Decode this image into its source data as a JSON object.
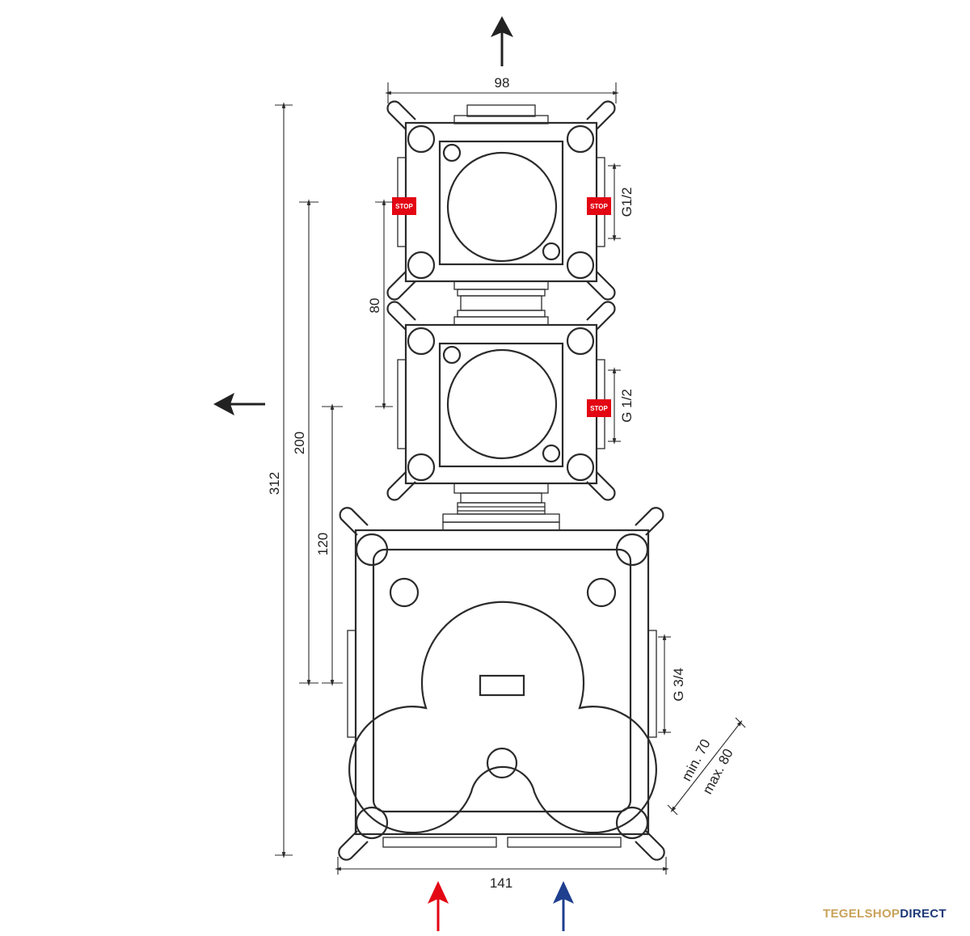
{
  "dimensions": {
    "top_width": "98",
    "bottom_width": "141",
    "total_height": "312",
    "height_200": "200",
    "height_120": "120",
    "spacing_80": "80",
    "depth_min": "min. 70",
    "depth_max": "max. 80"
  },
  "connections": {
    "upper_module": "G1/2",
    "middle_module": "G 1/2",
    "main_body": "G 3/4"
  },
  "stop_label": "STOP",
  "brand": {
    "part1": "TEGELSHOP",
    "part2": "DIRECT"
  },
  "colors": {
    "line": "#2b2b2b",
    "stop": "#e30613",
    "hot_arrow": "#e30613",
    "cold_arrow": "#1f3f8f",
    "brand_gold": "#c9a35a",
    "brand_blue": "#1f3a78"
  },
  "icons": {
    "outlet_top": "arrow-up-icon",
    "outlet_left": "arrow-left-icon",
    "inlet_hot": "arrow-up-red-icon",
    "inlet_cold": "arrow-up-blue-icon"
  }
}
